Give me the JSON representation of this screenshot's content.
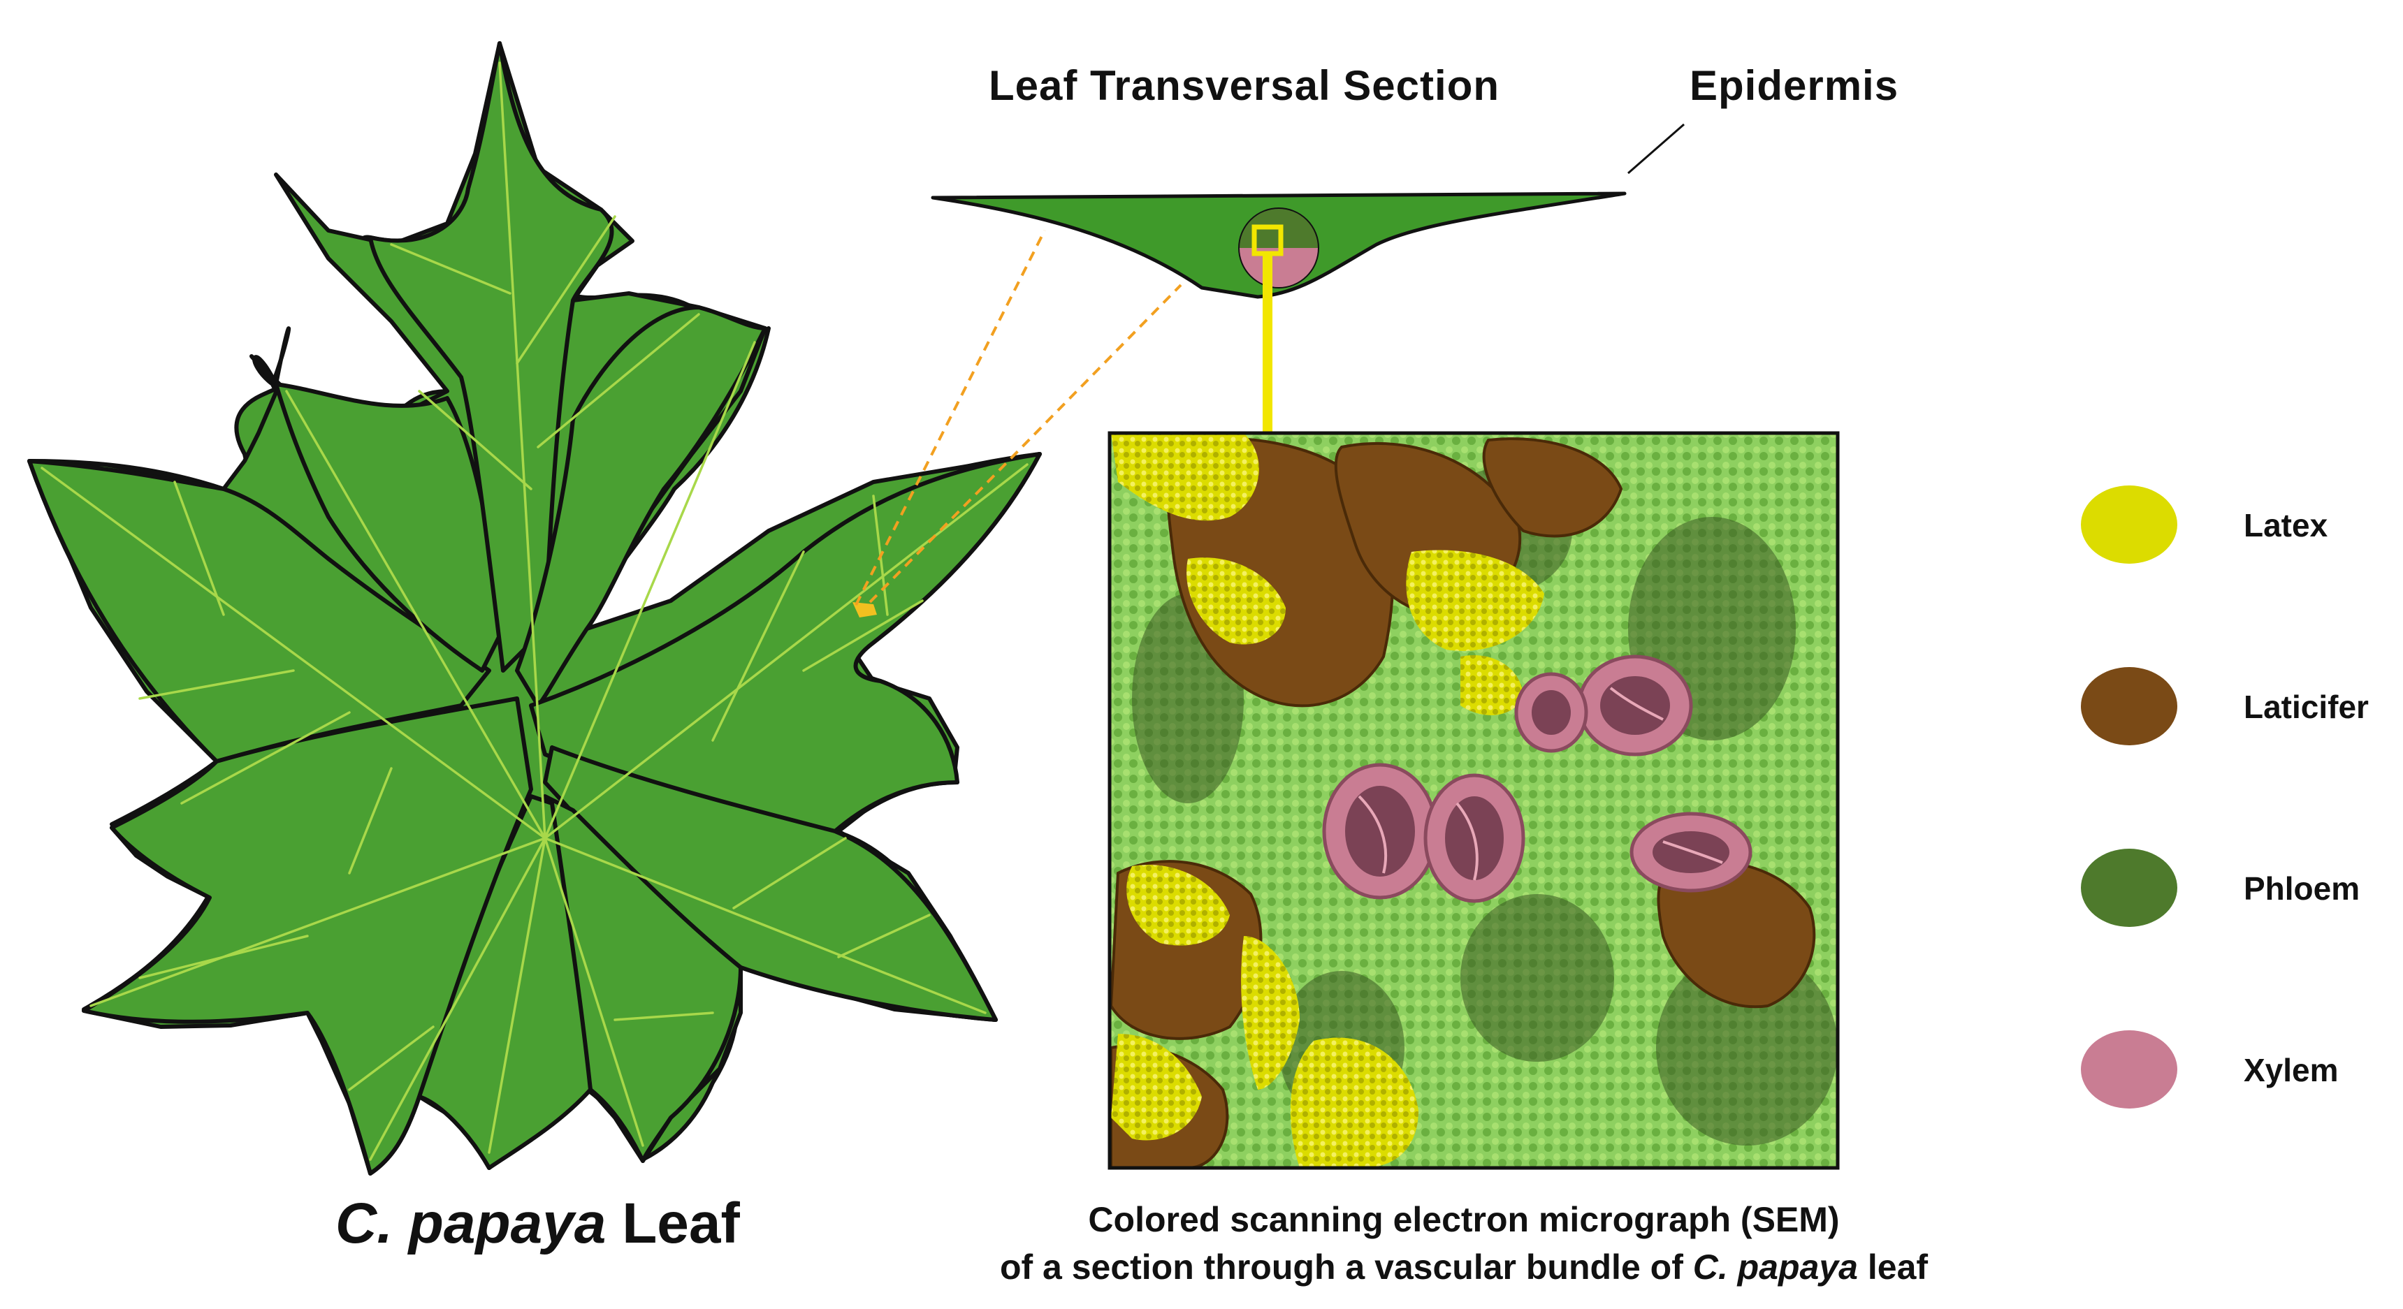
{
  "title": "Leaf Transversal Section",
  "epidermis_label": "Epidermis",
  "leaf_caption": {
    "species": "C. papaya",
    "word": "Leaf"
  },
  "sem_caption": {
    "line1": "Colored scanning electron micrograph (SEM)",
    "line2_prefix": "of a section through a vascular bundle of",
    "line2_species": "C. papaya",
    "line2_suffix": "leaf"
  },
  "legend": [
    {
      "label": "Latex",
      "color": "#dcdc00"
    },
    {
      "label": "Laticifer",
      "color": "#7a4a16"
    },
    {
      "label": "Phloem",
      "color": "#4e7a2c"
    },
    {
      "label": "Xylem",
      "color": "#c97d93"
    }
  ],
  "colors": {
    "leaf_fill": "#4aa032",
    "leaf_vein": "#a8d84a",
    "section_fill": "#3f9a2a",
    "tissue_green": "#8ed060",
    "pointer_yellow": "#f2e600",
    "guide_orange": "#f2a020"
  }
}
